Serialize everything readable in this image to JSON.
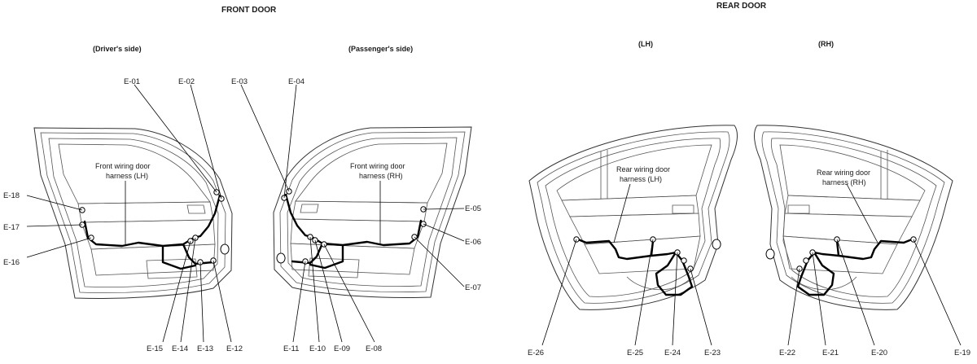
{
  "titles": {
    "front_door": "FRONT DOOR",
    "rear_door": "REAR DOOR",
    "drivers_side": "(Driver's side)",
    "passengers_side": "(Passenger's side)",
    "lh": "(LH)",
    "rh": "(RH)"
  },
  "callouts": {
    "front_lh_line1": "Front wiring door",
    "front_lh_line2": "harness (LH)",
    "front_rh_line1": "Front wiring door",
    "front_rh_line2": "harness (RH)",
    "rear_lh_line1": "Rear wiring door",
    "rear_lh_line2": "harness (LH)",
    "rear_rh_line1": "Rear wiring door",
    "rear_rh_line2": "harness (RH)"
  },
  "connectors": {
    "e01": "E-01",
    "e02": "E-02",
    "e03": "E-03",
    "e04": "E-04",
    "e05": "E-05",
    "e06": "E-06",
    "e07": "E-07",
    "e08": "E-08",
    "e09": "E-09",
    "e10": "E-10",
    "e11": "E-11",
    "e12": "E-12",
    "e13": "E-13",
    "e14": "E-14",
    "e15": "E-15",
    "e16": "E-16",
    "e17": "E-17",
    "e18": "E-18",
    "e19": "E-19",
    "e20": "E-20",
    "e21": "E-21",
    "e22": "E-22",
    "e23": "E-23",
    "e24": "E-24",
    "e25": "E-25",
    "e26": "E-26"
  }
}
